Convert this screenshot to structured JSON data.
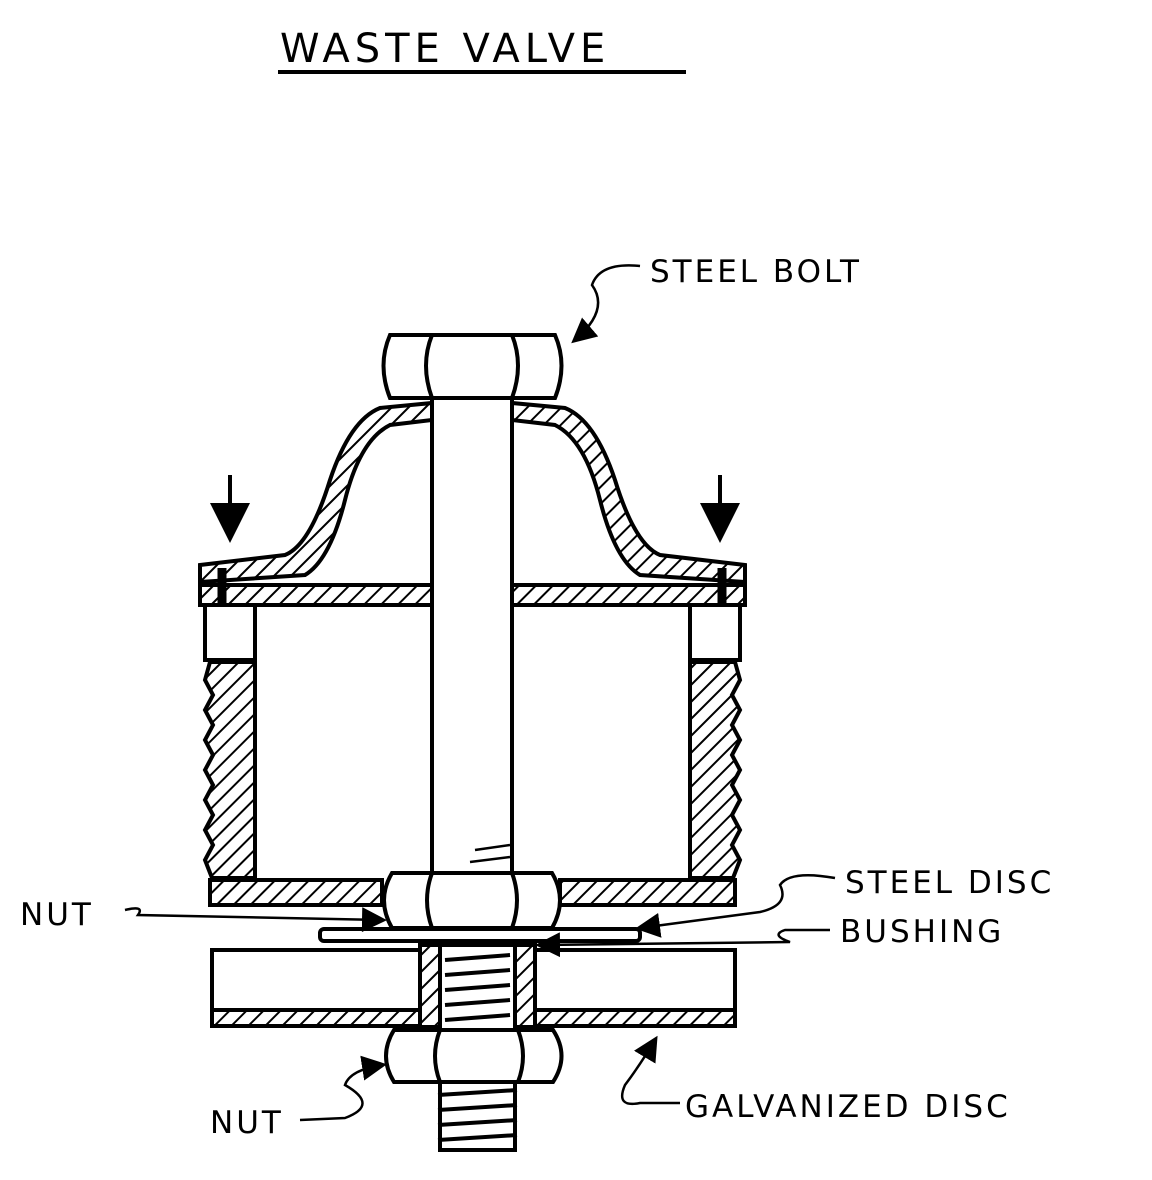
{
  "title": "WASTE VALVE",
  "labels": {
    "steel_bolt": "STEEL BOLT",
    "steel_disc": "STEEL DISC",
    "bushing": "BUSHING",
    "nut_upper": "NUT",
    "nut_lower": "NUT",
    "galvanized_disc": "GALVANIZED DISC"
  }
}
